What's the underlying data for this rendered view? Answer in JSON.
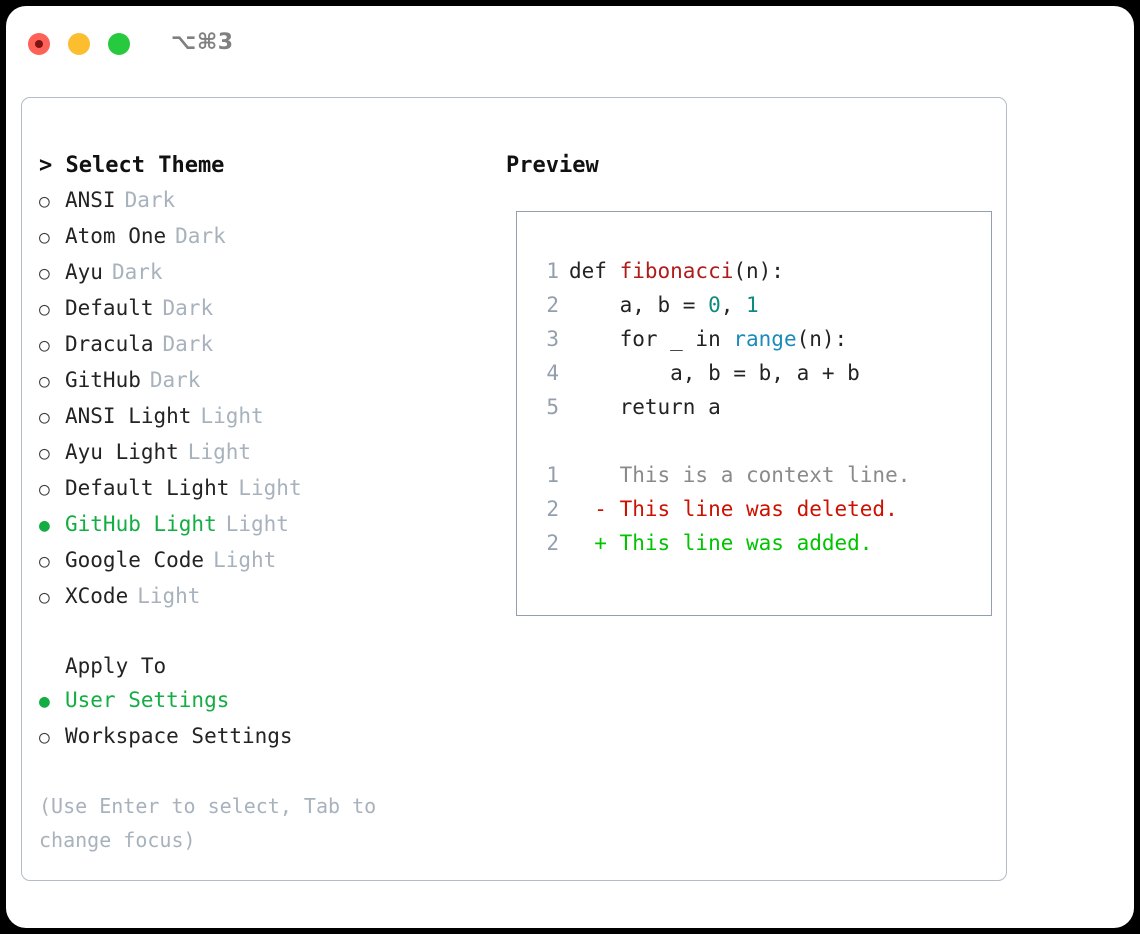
{
  "titlebar": {
    "shortcut": "⌥⌘3",
    "dots": [
      "close-red",
      "minimize-yellow",
      "maximize-green"
    ]
  },
  "left": {
    "heading": "> Select Theme",
    "themes": [
      {
        "marker": "○",
        "name": "ANSI",
        "badge": "Dark",
        "selected": false
      },
      {
        "marker": "○",
        "name": "Atom One",
        "badge": "Dark",
        "selected": false
      },
      {
        "marker": "○",
        "name": "Ayu",
        "badge": "Dark",
        "selected": false
      },
      {
        "marker": "○",
        "name": "Default",
        "badge": "Dark",
        "selected": false
      },
      {
        "marker": "○",
        "name": "Dracula",
        "badge": "Dark",
        "selected": false
      },
      {
        "marker": "○",
        "name": "GitHub",
        "badge": "Dark",
        "selected": false
      },
      {
        "marker": "○",
        "name": "ANSI Light",
        "badge": "Light",
        "selected": false
      },
      {
        "marker": "○",
        "name": "Ayu Light",
        "badge": "Light",
        "selected": false
      },
      {
        "marker": "○",
        "name": "Default Light",
        "badge": "Light",
        "selected": false
      },
      {
        "marker": "●",
        "name": "GitHub Light",
        "badge": "Light",
        "selected": true
      },
      {
        "marker": "○",
        "name": "Google Code",
        "badge": "Light",
        "selected": false
      },
      {
        "marker": "○",
        "name": "XCode",
        "badge": "Light",
        "selected": false
      }
    ],
    "apply_to": {
      "heading": "Apply To",
      "options": [
        {
          "marker": "●",
          "label": "User Settings",
          "selected": true
        },
        {
          "marker": "○",
          "label": "Workspace Settings",
          "selected": false
        }
      ]
    },
    "hint": "(Use Enter to select, Tab to change focus)"
  },
  "right": {
    "heading": "Preview",
    "code_lines": [
      {
        "num": "1",
        "indent": "",
        "parts": [
          {
            "t": "def ",
            "c": "plain"
          },
          {
            "t": "fibonacci",
            "c": "fn"
          },
          {
            "t": "(n):",
            "c": "plain"
          }
        ]
      },
      {
        "num": "2",
        "indent": "    ",
        "parts": [
          {
            "t": "a, b = ",
            "c": "plain"
          },
          {
            "t": "0",
            "c": "num"
          },
          {
            "t": ", ",
            "c": "plain"
          },
          {
            "t": "1",
            "c": "num"
          }
        ]
      },
      {
        "num": "3",
        "indent": "    ",
        "parts": [
          {
            "t": "for _ in ",
            "c": "plain"
          },
          {
            "t": "range",
            "c": "bi"
          },
          {
            "t": "(n):",
            "c": "plain"
          }
        ]
      },
      {
        "num": "4",
        "indent": "        ",
        "parts": [
          {
            "t": "a, b = b, a + b",
            "c": "plain"
          }
        ]
      },
      {
        "num": "5",
        "indent": "    ",
        "parts": [
          {
            "t": "return a",
            "c": "plain"
          }
        ]
      }
    ],
    "diff_lines": [
      {
        "num": "1",
        "sign": " ",
        "text": " This is a context line.",
        "kind": "ctx"
      },
      {
        "num": "2",
        "sign": "-",
        "text": " This line was deleted.",
        "kind": "del"
      },
      {
        "num": "2",
        "sign": "+",
        "text": " This line was added.",
        "kind": "add"
      }
    ]
  },
  "colors": {
    "selection_green": "#13ad43",
    "diff_add_green": "#00c400",
    "diff_del_red": "#cc1100",
    "border_blue_gray": "#939fae",
    "muted_gray": "#a8b2bd",
    "token_function": "#b01c1c",
    "token_number": "#0f8a80",
    "token_builtin": "#1b8bbd"
  }
}
